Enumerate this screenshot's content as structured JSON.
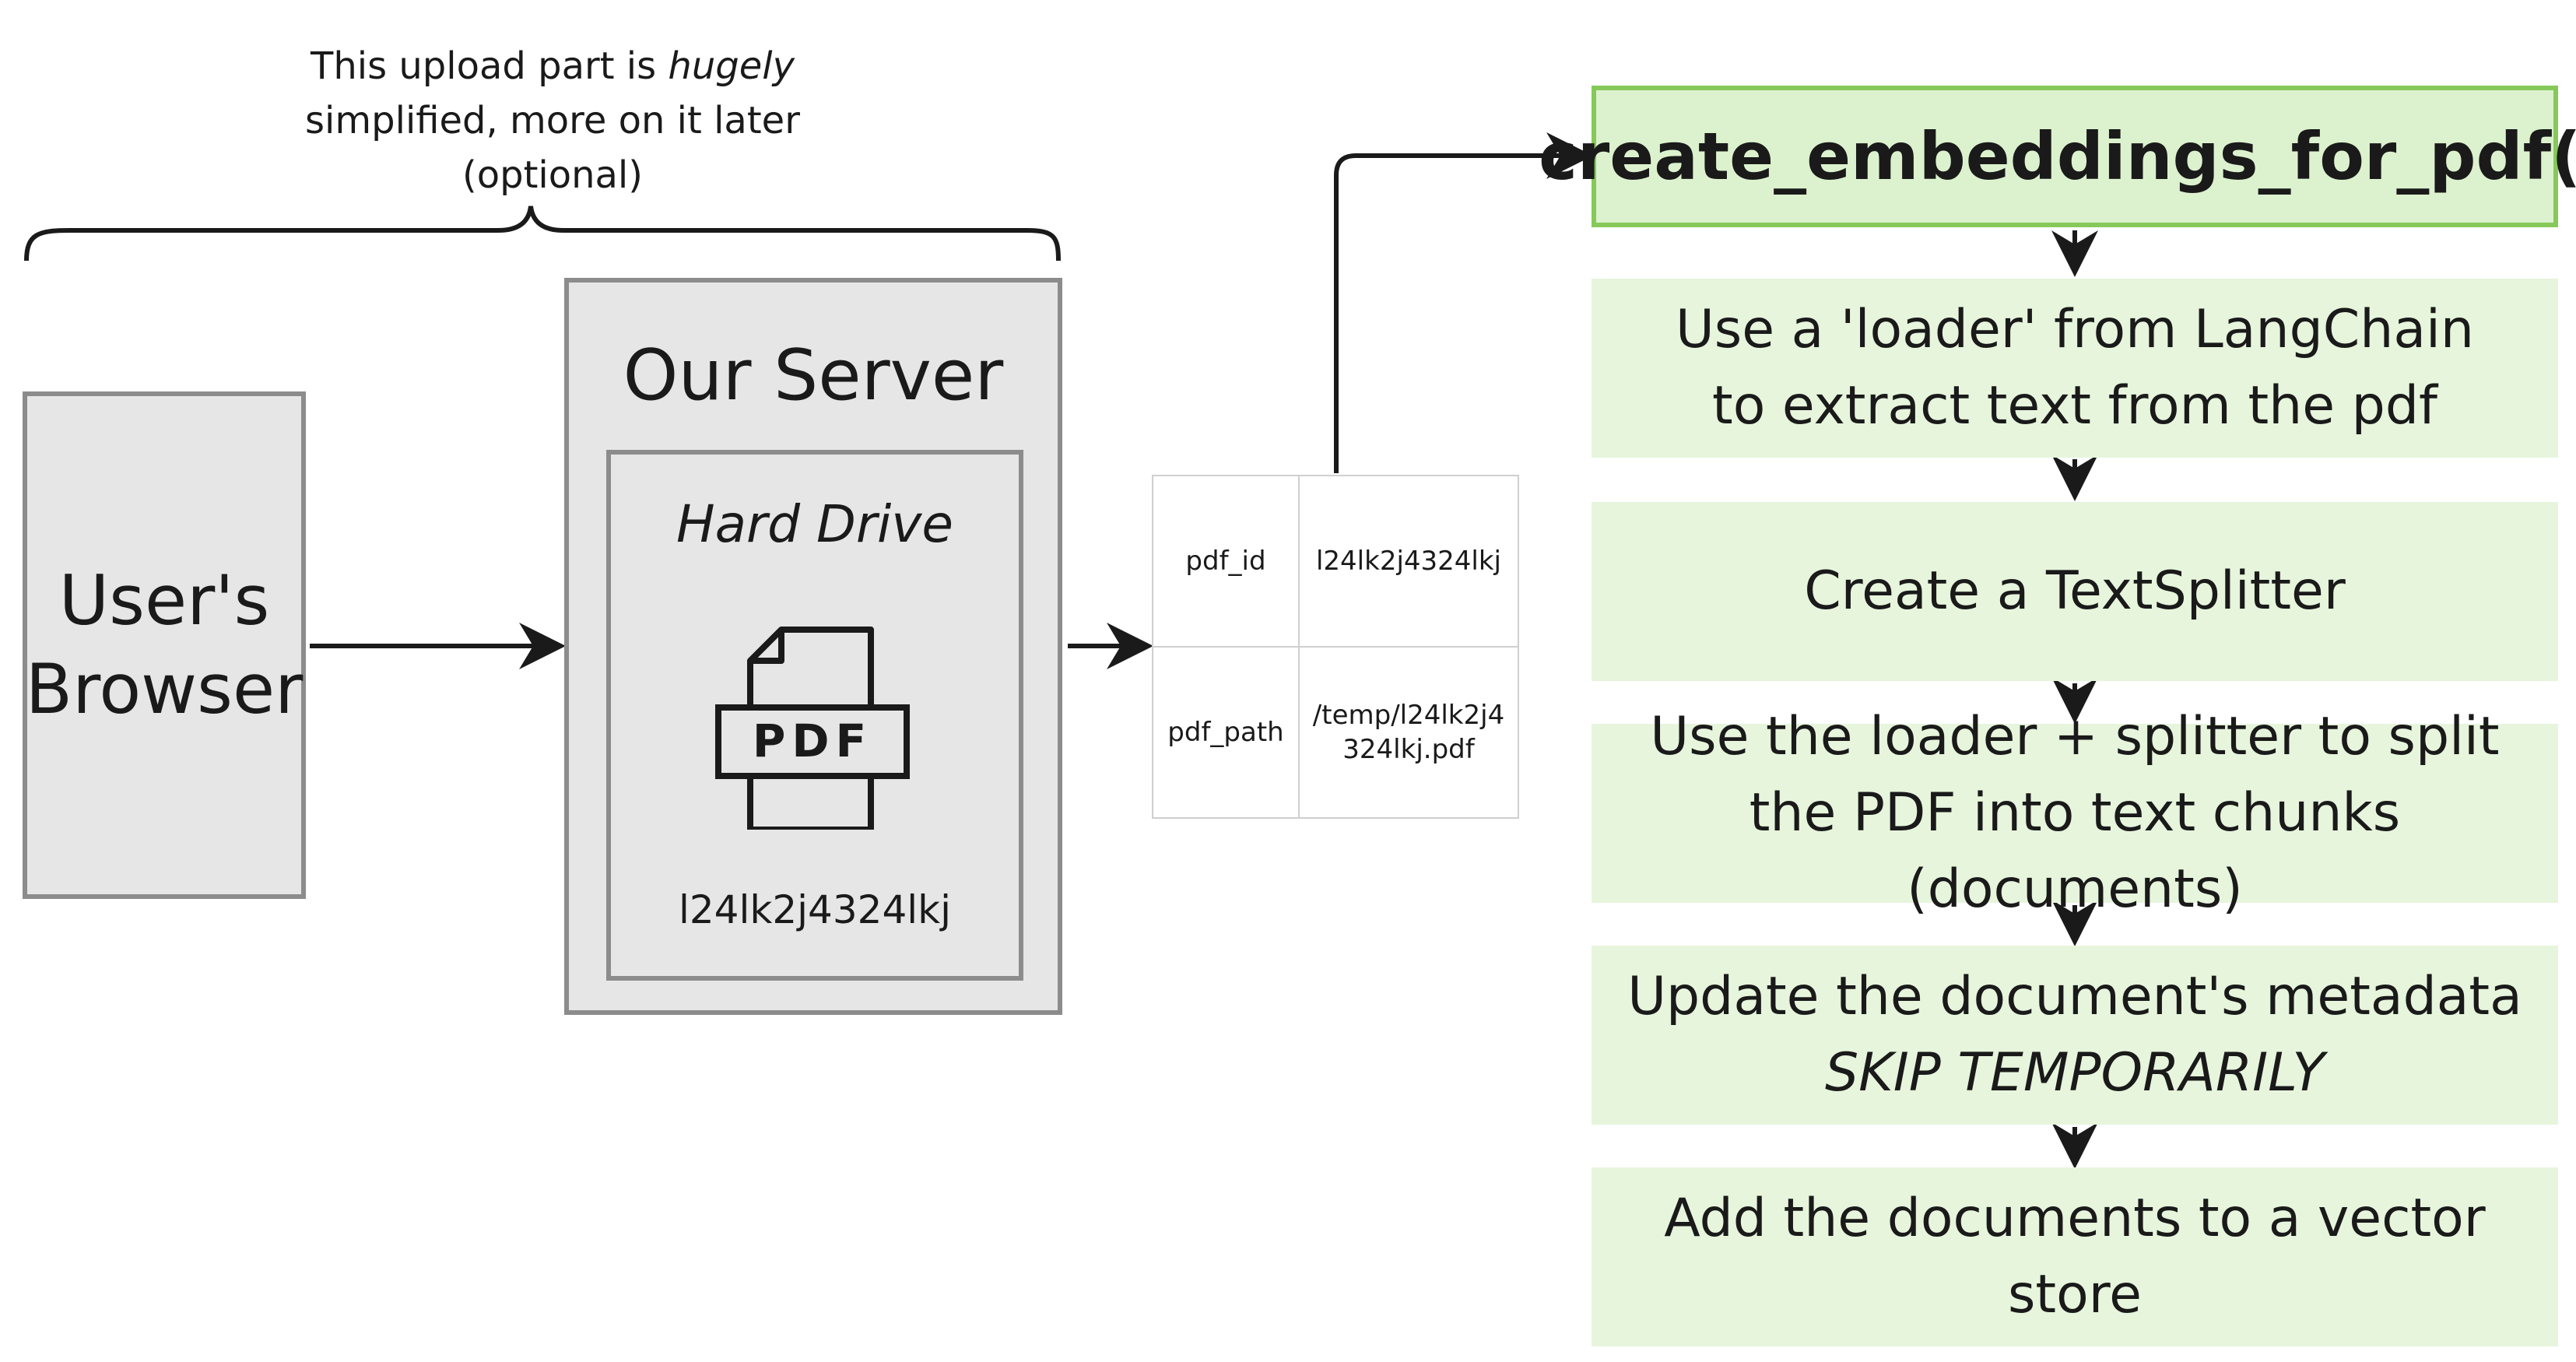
{
  "note": {
    "line1_prefix": "This upload part is ",
    "line1_emphasis": "hugely",
    "line2": "simplified, more on it later",
    "line3": "(optional)"
  },
  "browser": {
    "line1": "User's",
    "line2": "Browser"
  },
  "server": {
    "title": "Our Server",
    "hard_drive": {
      "title": "Hard Drive",
      "file_icon": "pdf-file-icon",
      "file_icon_text": "PDF",
      "file_id": "l24lk2j4324lkj"
    }
  },
  "record_table": {
    "rows": [
      {
        "key": "pdf_id",
        "value": "l24lk2j4324lkj"
      },
      {
        "key": "pdf_path",
        "value": "/temp/l24lk2j4324lkj.pdf"
      }
    ]
  },
  "pipeline": {
    "function_name": "create_embeddings_for_pdf()",
    "steps": [
      {
        "text": "Use a 'loader' from LangChain to extract text from the pdf"
      },
      {
        "text": "Create a TextSplitter"
      },
      {
        "text": "Use the loader + splitter to split the PDF into text chunks (documents)"
      },
      {
        "text": "Update the document's metadata",
        "note": "SKIP TEMPORARILY"
      },
      {
        "text": "Add the documents to a vector store"
      }
    ]
  },
  "colors": {
    "function_fill": "#dcf2ce",
    "function_border": "#86c959",
    "step_fill": "#e6f5dc",
    "box_fill": "#e6e6e6",
    "box_border": "#8c8c8c",
    "arrow": "#1a1a1a"
  }
}
